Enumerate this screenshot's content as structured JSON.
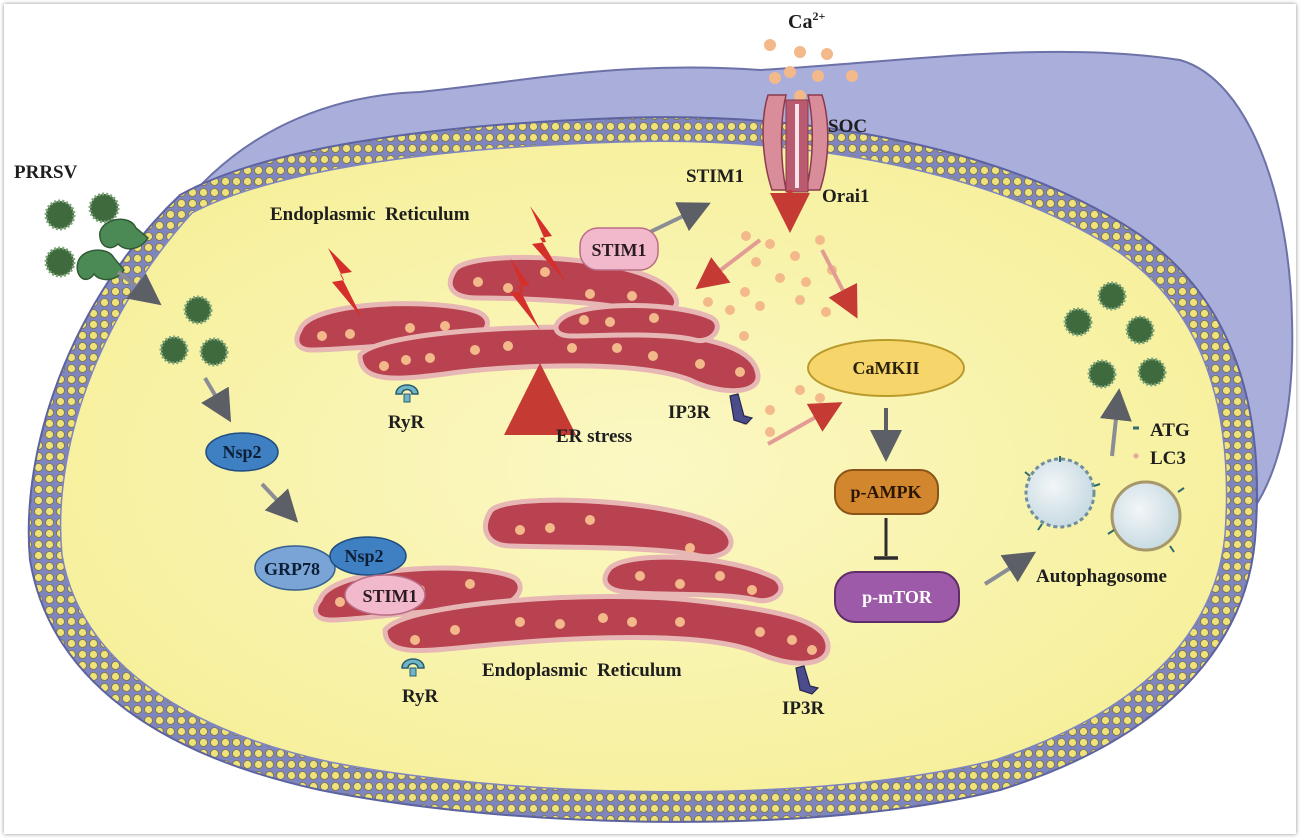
{
  "diagram": {
    "labels": {
      "ca": "Ca",
      "ca_sup": "2+",
      "soc": "SOC",
      "stim1_membrane": "STIM1",
      "orai1": "Orai1",
      "prrsv": "PRRSV",
      "er_top": "Endoplasmic  Reticulum",
      "stim1_top": "STIM1",
      "ryr_top": "RyR",
      "ip3r_top": "IP3R",
      "er_stress": "ER stress",
      "camkii": "CaMKII",
      "pampk": "p-AMPK",
      "pmtor": "p-mTOR",
      "nsp2_mid": "Nsp2",
      "grp78": "GRP78",
      "nsp2_low": "Nsp2",
      "stim1_low": "STIM1",
      "ryr_low": "RyR",
      "er_bottom": "Endoplasmic  Reticulum",
      "ip3r_low": "IP3R",
      "atg": "ATG",
      "lc3": "LC3",
      "autophagosome": "Autophagosome"
    },
    "colors": {
      "cytoplasm": "#faf7b0",
      "extracellular": "#a9aedb",
      "membrane_bead": "#f0e27a",
      "er_fill": "#b8424f",
      "er_rim": "#e7b7b5",
      "calcium": "#f3b98a",
      "camkii": "#f6d66a",
      "pampk": "#d2872e",
      "pmtor": "#9d5aa8",
      "nsp2": "#3f80c3",
      "stim1": "#f2b9cc",
      "red_arrow": "#c63a34",
      "gray_arrow": "#5c5f66"
    }
  }
}
